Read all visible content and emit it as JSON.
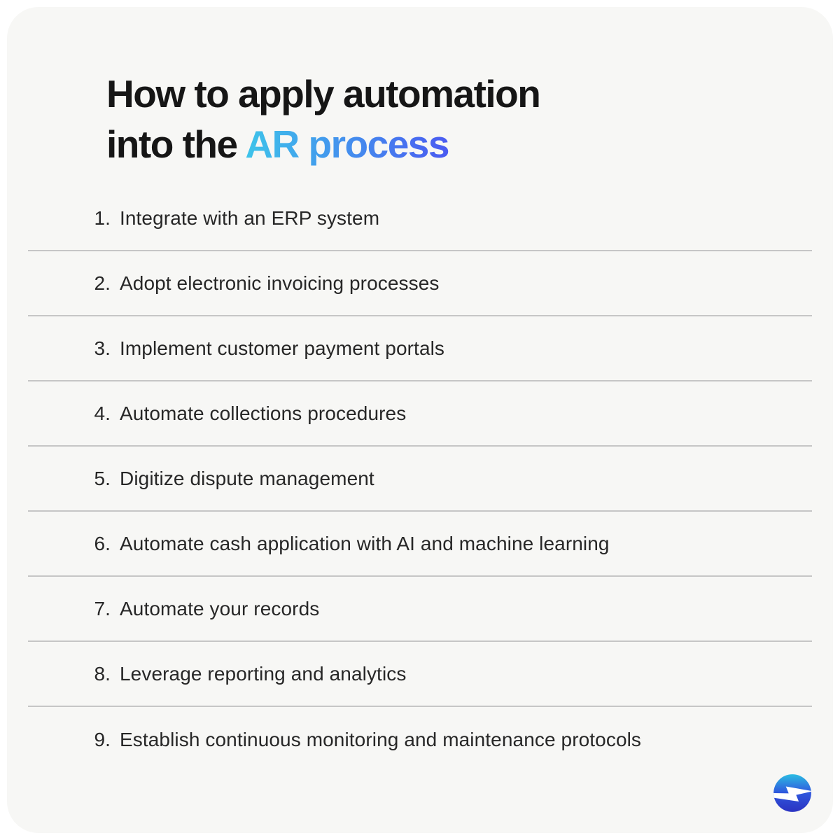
{
  "page": {
    "outer_background": "#ffffff",
    "card_background": "#f7f7f5",
    "divider_color": "#c6c6c6"
  },
  "title": {
    "line1": "How to apply automation",
    "line2_prefix": "into the ",
    "line2_highlight": "AR process",
    "text_color": "#161616",
    "highlight_gradient_from": "#3ec4ea",
    "highlight_gradient_to": "#4a5bf1"
  },
  "list": {
    "items": [
      {
        "num": "1.",
        "label": "Integrate with an ERP system"
      },
      {
        "num": "2.",
        "label": "Adopt electronic invoicing processes"
      },
      {
        "num": "3.",
        "label": "Implement customer payment portals"
      },
      {
        "num": "4.",
        "label": "Automate collections procedures"
      },
      {
        "num": "5.",
        "label": "Digitize dispute management"
      },
      {
        "num": "6.",
        "label": "Automate cash application with AI and machine learning"
      },
      {
        "num": "7.",
        "label": "Automate your records"
      },
      {
        "num": "8.",
        "label": "Leverage reporting and analytics"
      },
      {
        "num": "9.",
        "label": "Establish continuous monitoring and maintenance protocols"
      }
    ]
  },
  "logo": {
    "icon": "lightning-bolt-in-circle",
    "gradient_top": "#2bbce2",
    "gradient_mid": "#2f58de",
    "gradient_bottom": "#2b33c2",
    "bolt_color": "#ffffff"
  }
}
